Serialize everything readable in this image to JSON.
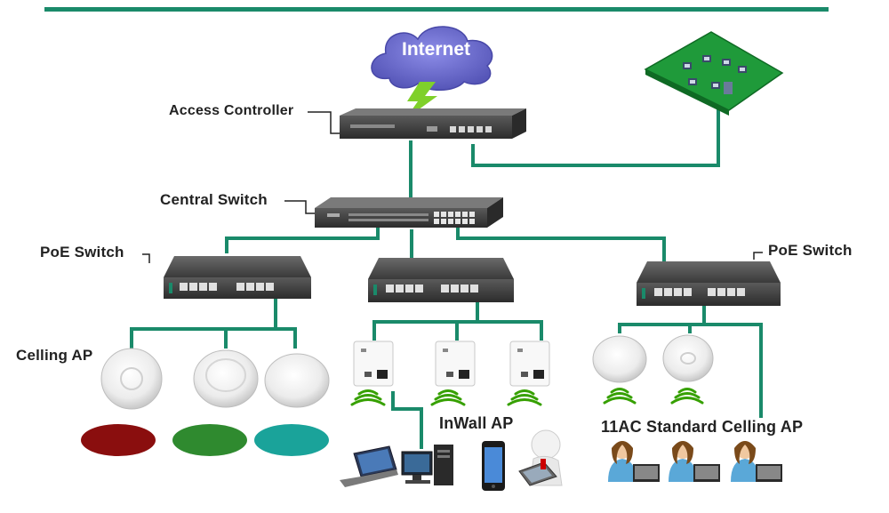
{
  "labels": {
    "internet": "Internet",
    "access_controller": "Access Controller",
    "central_switch": "Central Switch",
    "poe_switch_left": "PoE Switch",
    "poe_switch_right": "PoE Switch",
    "celling_ap": "Celling AP",
    "inwall_ap": "InWall AP",
    "standard_ap": "11AC Standard Celling AP"
  },
  "colors": {
    "line": "#1a8a6a",
    "top_bar": "#1a8a6a",
    "cloud": "#6f6fd0",
    "lightning": "#7fd02a",
    "device_body": "#4a4a4a",
    "server_board": "#1f9a3a",
    "wifi": "#36a000",
    "ellipse_red": "#8a0e0e",
    "ellipse_green": "#2f8a2f",
    "ellipse_teal": "#1aa39a"
  },
  "icons": {
    "internet_cloud": "cloud-icon",
    "lightning": "lightning-icon",
    "server_network": "network-board-icon",
    "laptop": "laptop-icon",
    "desktop": "desktop-pc-icon",
    "phone": "smartphone-icon",
    "person_tablet": "person-tablet-icon",
    "user_laptop": "user-laptop-icon"
  }
}
